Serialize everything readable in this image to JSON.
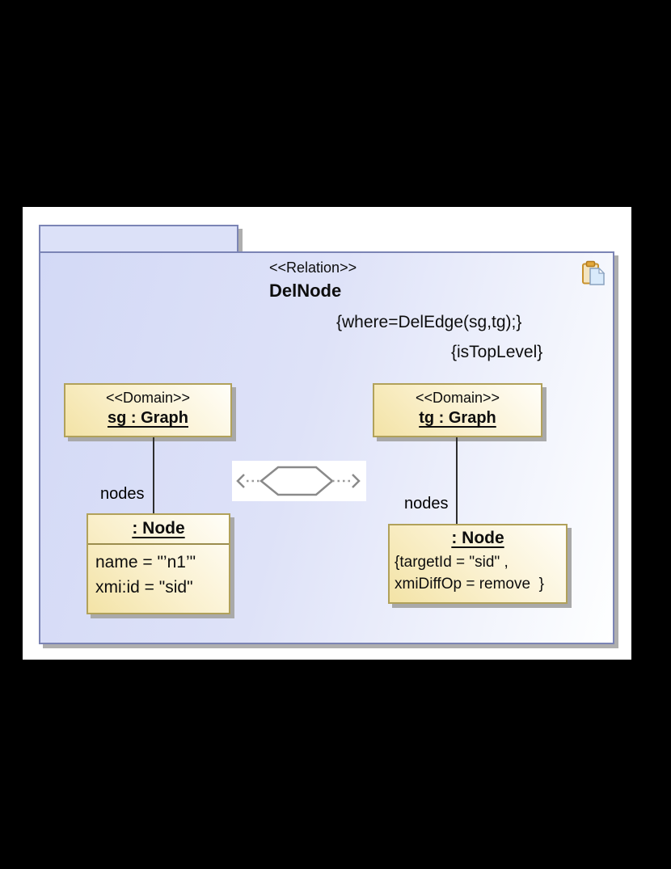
{
  "frame": {
    "stereotype": "<<Relation>>",
    "name": "DelNode",
    "where_clause": "{where=DelEdge(sg,tg);}",
    "top_level": "{isTopLevel}"
  },
  "icon": {
    "name": "paste-clipboard"
  },
  "domains": [
    {
      "stereotype": "<<Domain>>",
      "name": "sg : Graph",
      "edge_label": "nodes"
    },
    {
      "stereotype": "<<Domain>>",
      "name": "tg : Graph",
      "edge_label": "nodes"
    }
  ],
  "nodes": [
    {
      "title": ": Node",
      "attrs": [
        "name = \"’n1’\"",
        "xmi:id = \"sid\""
      ]
    },
    {
      "title": ": Node",
      "attrs": [
        "{targetId = \"sid\" ,",
        "xmiDiffOp = remove  }"
      ]
    }
  ],
  "colors": {
    "canvas_bg": "#000000",
    "paper_bg": "#ffffff",
    "frame_border": "#7b84b5",
    "frame_fill_from": "#d3d9f6",
    "frame_fill_to": "#feffff",
    "box_border": "#b1a15a",
    "box_fill_yellow": "#f3e3a6",
    "shadow": "#a9a9a9",
    "hexagon_stroke": "#8a8a8a"
  }
}
